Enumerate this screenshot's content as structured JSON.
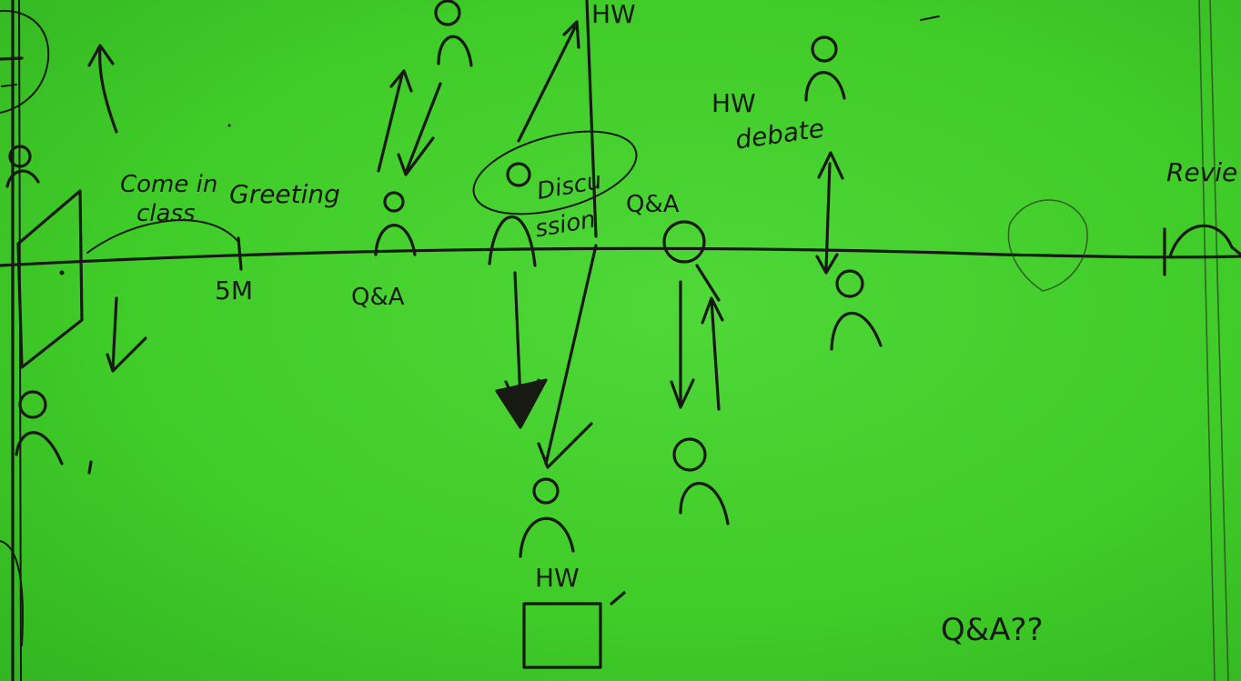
{
  "sketch": {
    "labels": {
      "come_in_1": "Come in",
      "come_in_2": "class",
      "greeting": "Greeting",
      "five_min": "5M",
      "qa_lower": "Q&A",
      "discussion_1": "Discu",
      "discussion_2": "ssion",
      "qa_mid": "Q&A",
      "hw_top": "HW",
      "hw_debate_1": "HW",
      "hw_debate_2": "debate",
      "review": "Revie",
      "hw_bottom": "HW",
      "qa_questions": "Q&A??"
    }
  }
}
